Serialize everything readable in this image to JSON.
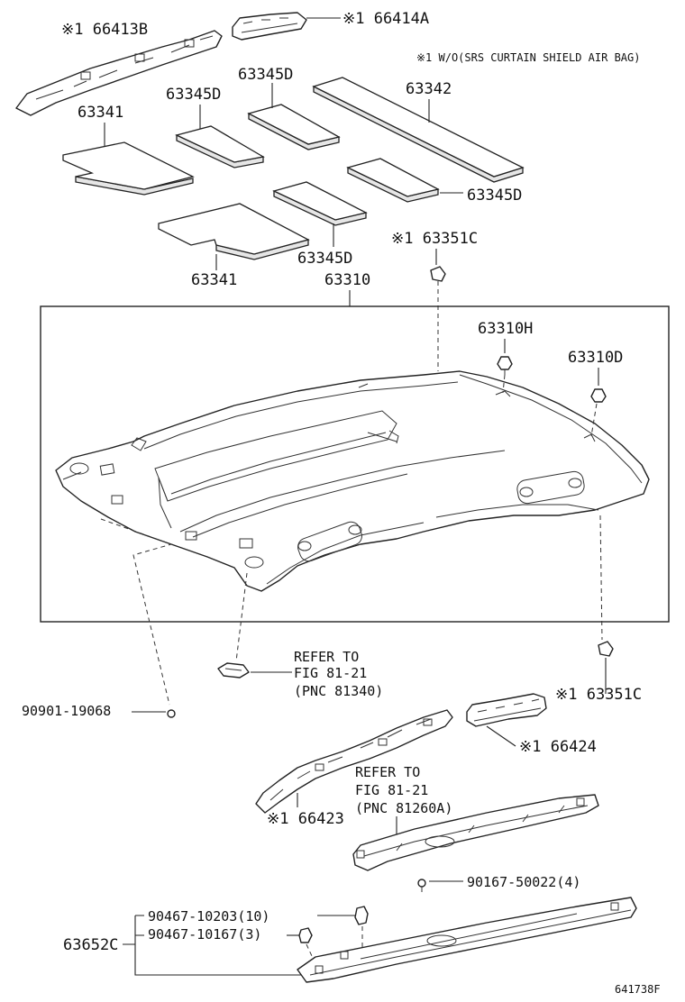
{
  "note": "※1 W/O(SRS CURTAIN SHIELD AIR BAG)",
  "figure_id": "641738F",
  "labels": {
    "p66413B": "※1 66413B",
    "p66414A": "※1 66414A",
    "p63345D_a": "63345D",
    "p63342": "63342",
    "p63345D_b": "63345D",
    "p63341_a": "63341",
    "p63345D_c": "63345D",
    "p63345D_d": "63345D",
    "p63341_b": "63341",
    "p63351C_top": "※1 63351C",
    "p63310": "63310",
    "p63310H": "63310H",
    "p63310D": "63310D",
    "p63351C_bottom": "※1 63351C",
    "p90901": "90901-19068",
    "p66424": "※1 66424",
    "p66423": "※1 66423",
    "p90167": "90167-50022(4)",
    "p90467_a": "90467-10203(10)",
    "p90467_b": "90467-10167(3)",
    "p63652C": "63652C"
  },
  "refer1": {
    "line1": "REFER TO",
    "line2": "FIG 81-21",
    "line3": "(PNC 81340)"
  },
  "refer2": {
    "line1": "REFER TO",
    "line2": "FIG 81-21",
    "line3": "(PNC 81260A)"
  }
}
